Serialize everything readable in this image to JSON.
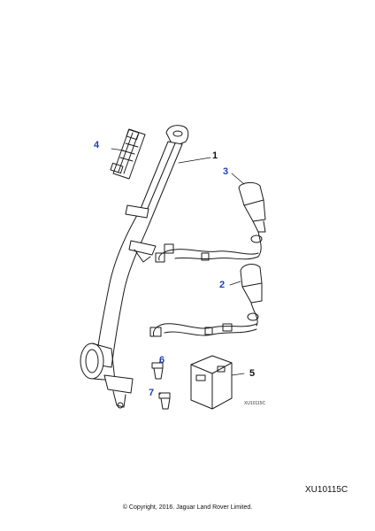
{
  "callouts": [
    {
      "label": "1",
      "color": "black"
    },
    {
      "label": "2",
      "color": "blue"
    },
    {
      "label": "3",
      "color": "blue"
    },
    {
      "label": "4",
      "color": "blue"
    },
    {
      "label": "5",
      "color": "black"
    },
    {
      "label": "6",
      "color": "blue"
    },
    {
      "label": "7",
      "color": "blue"
    }
  ],
  "colors": {
    "callout_blue": "#1f3fb5",
    "callout_black": "#111111",
    "line": "#1a1a1a"
  },
  "diagram_ref_small": "XU10115C",
  "diagram_ref": "XU10115C",
  "copyright": "© Copyright, 2016. Jaguar Land Rover Limited."
}
